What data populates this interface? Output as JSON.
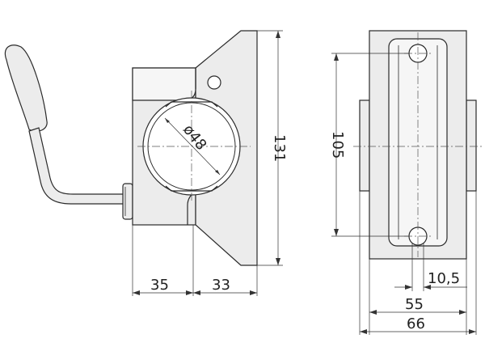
{
  "dimensions": {
    "diameter": "ø48",
    "height_131": "131",
    "width_35": "35",
    "width_33": "33",
    "height_105": "105",
    "spacing_10_5": "10,5",
    "width_55": "55",
    "width_66": "66"
  },
  "colors": {
    "part_fill": "#ececec",
    "line": "#2a2a2a"
  }
}
